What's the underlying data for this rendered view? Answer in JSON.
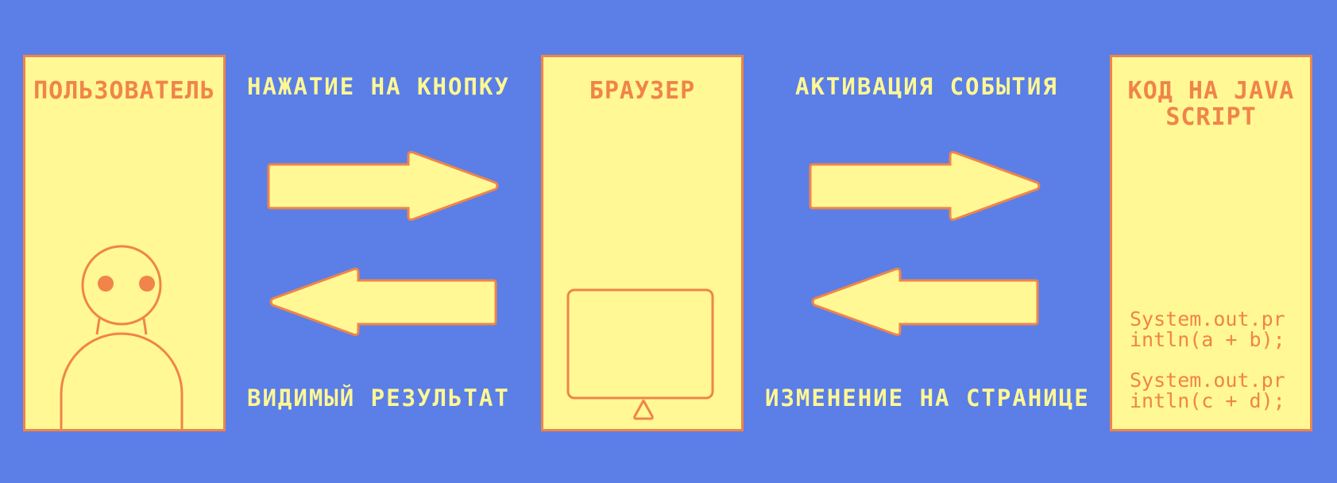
{
  "panels": {
    "user": {
      "title": "ПОЛЬЗОВАТЕЛЬ"
    },
    "browser": {
      "title": "БРАУЗЕР"
    },
    "javascript": {
      "title": "КОД НА JAVA\nSCRIPT",
      "code_lines": [
        "System.out.pr\nintln(a + b);",
        "System.out.pr\nintln(c + d);"
      ]
    }
  },
  "labels": {
    "button_press": "НАЖАТИЕ НА КНОПКУ",
    "visible_result": "ВИДИМЫЙ РЕЗУЛЬТАТ",
    "event_activation": "АКТИВАЦИЯ СОБЫТИЯ",
    "page_change": "ИЗМЕНЕНИЕ НА СТРАНИЦЕ"
  },
  "colors": {
    "background": "#5b7fe6",
    "panel_fill": "#fff894",
    "outline": "#f0844a",
    "label_text": "#fff894"
  },
  "icons": {
    "user": "person-icon",
    "browser": "monitor-icon",
    "arrows": "block-arrow-icon"
  }
}
